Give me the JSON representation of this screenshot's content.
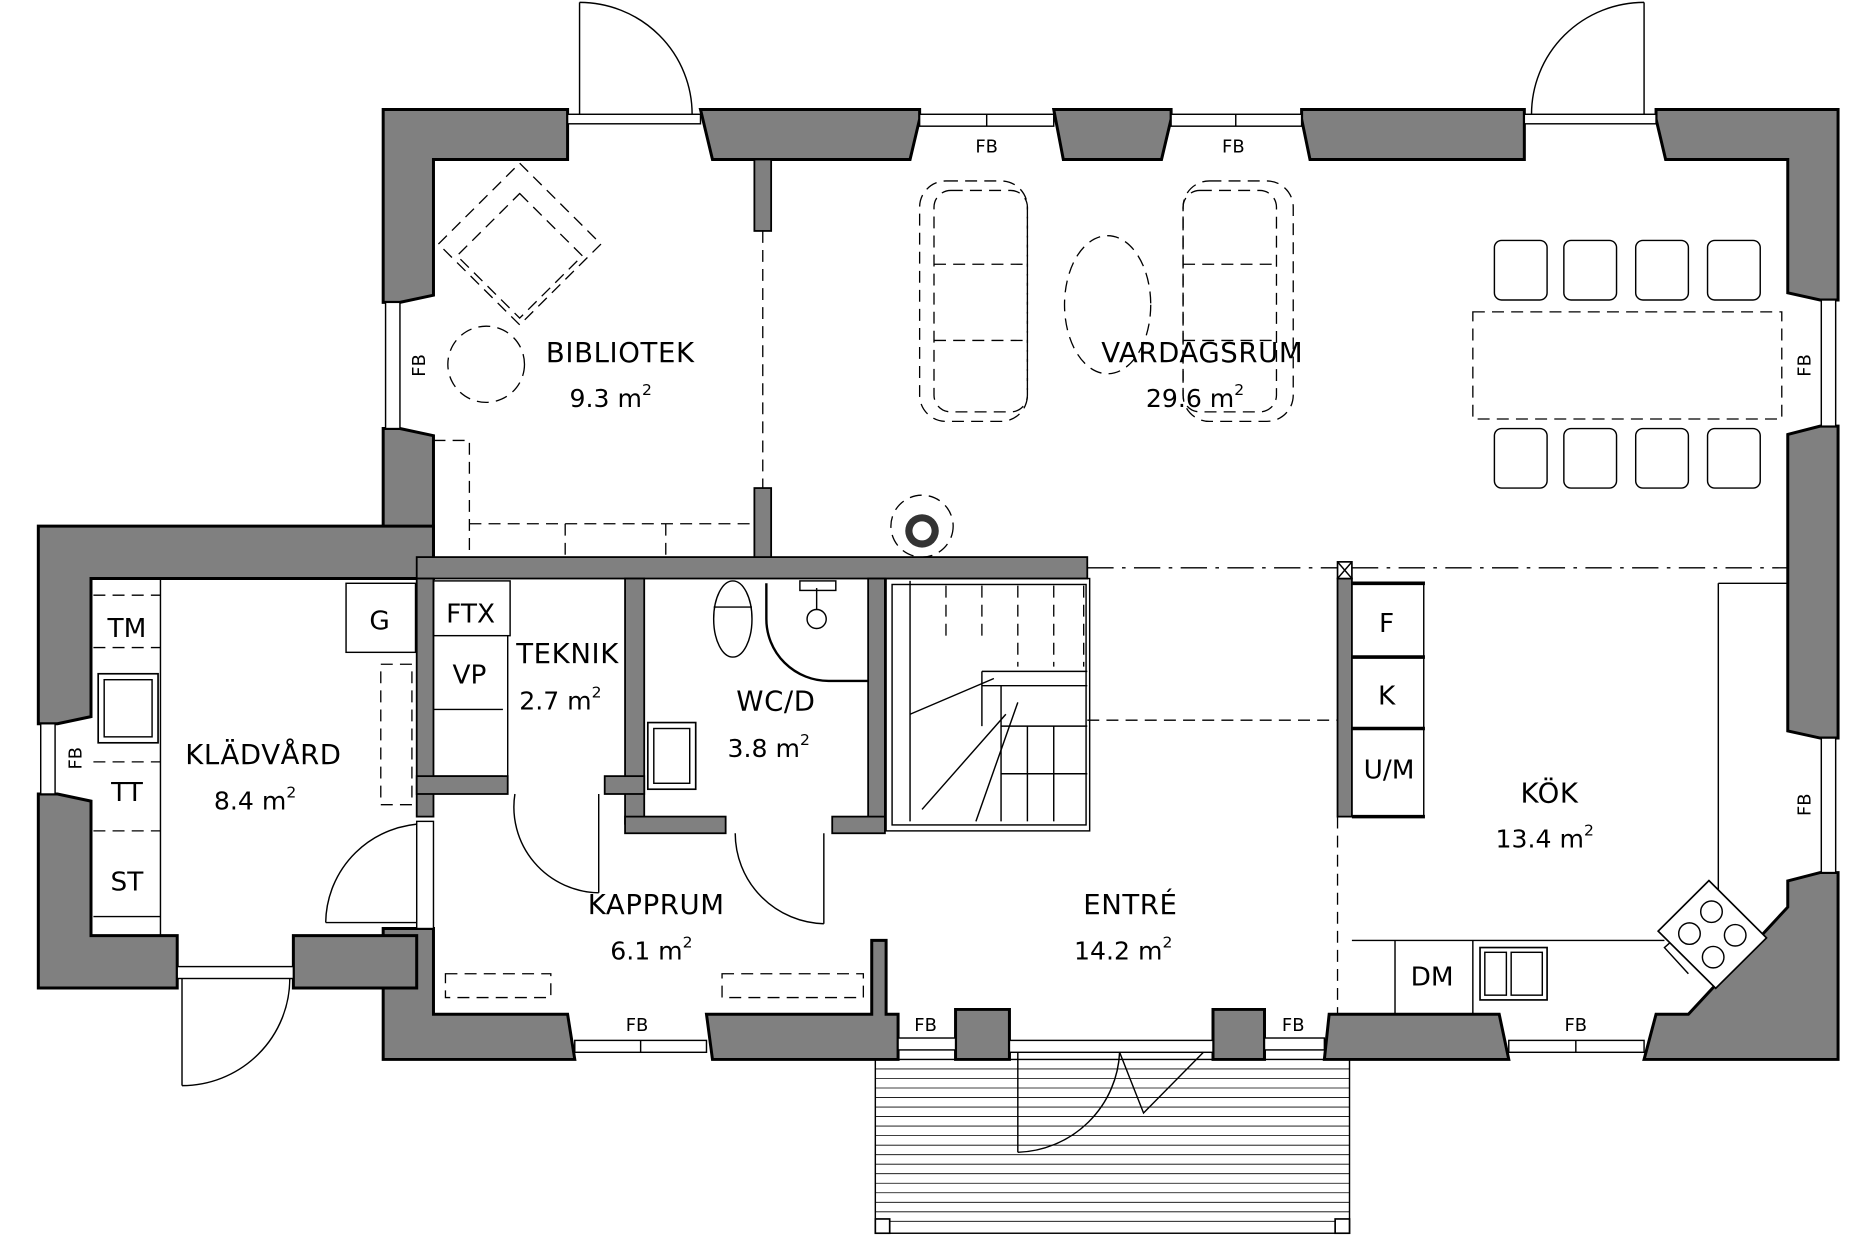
{
  "plan": {
    "title": "Floor plan",
    "colors": {
      "wall": "#808080",
      "line": "#000000",
      "background": "#ffffff"
    },
    "rooms": [
      {
        "id": "bibliotek",
        "name": "BIBLIOTEK",
        "area": "9.3 m",
        "unit_sup": "2"
      },
      {
        "id": "vardagsrum",
        "name": "VARDAGSRUM",
        "area": "29.6 m",
        "unit_sup": "2"
      },
      {
        "id": "kladvard",
        "name": "KLÄDVÅRD",
        "area": "8.4 m",
        "unit_sup": "2"
      },
      {
        "id": "teknik",
        "name": "TEKNIK",
        "area": "2.7 m",
        "unit_sup": "2"
      },
      {
        "id": "wcd",
        "name": "WC/D",
        "area": "3.8 m",
        "unit_sup": "2"
      },
      {
        "id": "kapprum",
        "name": "KAPPRUM",
        "area": "6.1 m",
        "unit_sup": "2"
      },
      {
        "id": "entre",
        "name": "ENTRÉ",
        "area": "14.2 m",
        "unit_sup": "2"
      },
      {
        "id": "kok",
        "name": "KÖK",
        "area": "13.4 m",
        "unit_sup": "2"
      }
    ],
    "appliances": {
      "tm": "TM",
      "tt": "TT",
      "st": "ST",
      "g": "G",
      "ftx": "FTX",
      "vp": "VP",
      "f": "F",
      "k": "K",
      "um": "U/M",
      "dm": "DM"
    },
    "window_label": "FB"
  }
}
